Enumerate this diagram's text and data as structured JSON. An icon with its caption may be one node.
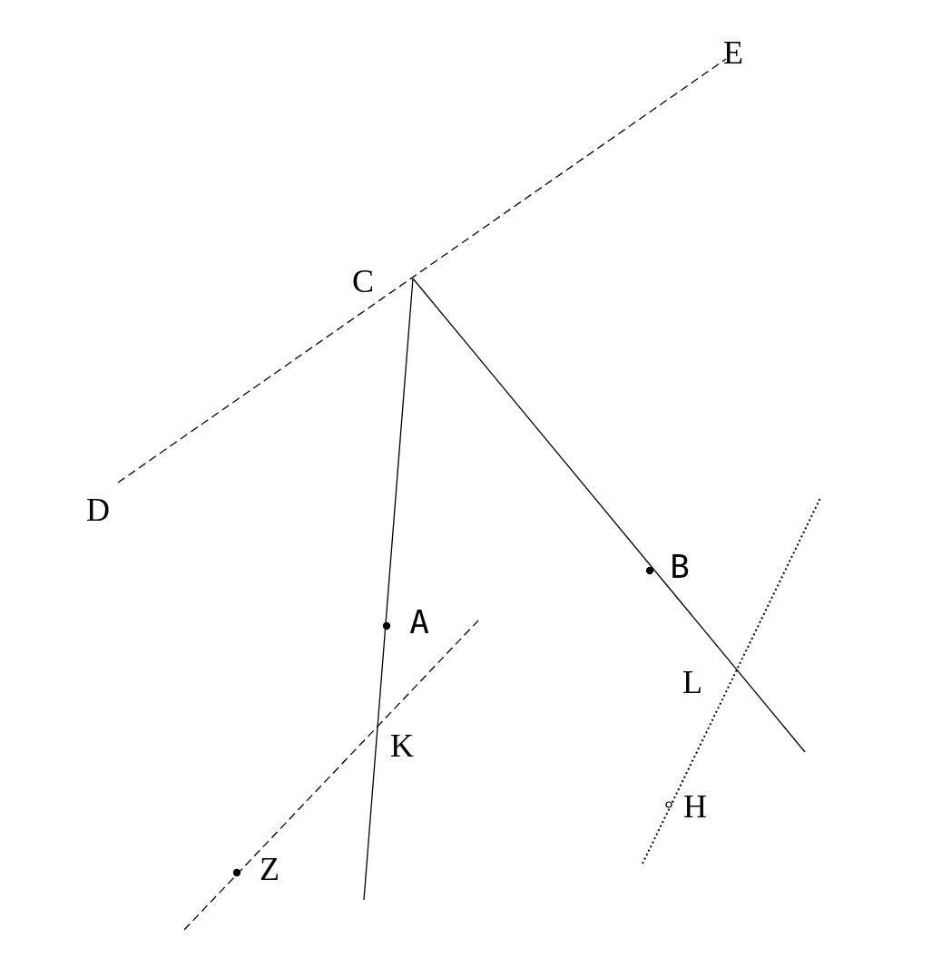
{
  "diagram": {
    "labels": [
      "E",
      "C",
      "D",
      "B",
      "A",
      "L",
      "K",
      "H",
      "Z"
    ]
  }
}
